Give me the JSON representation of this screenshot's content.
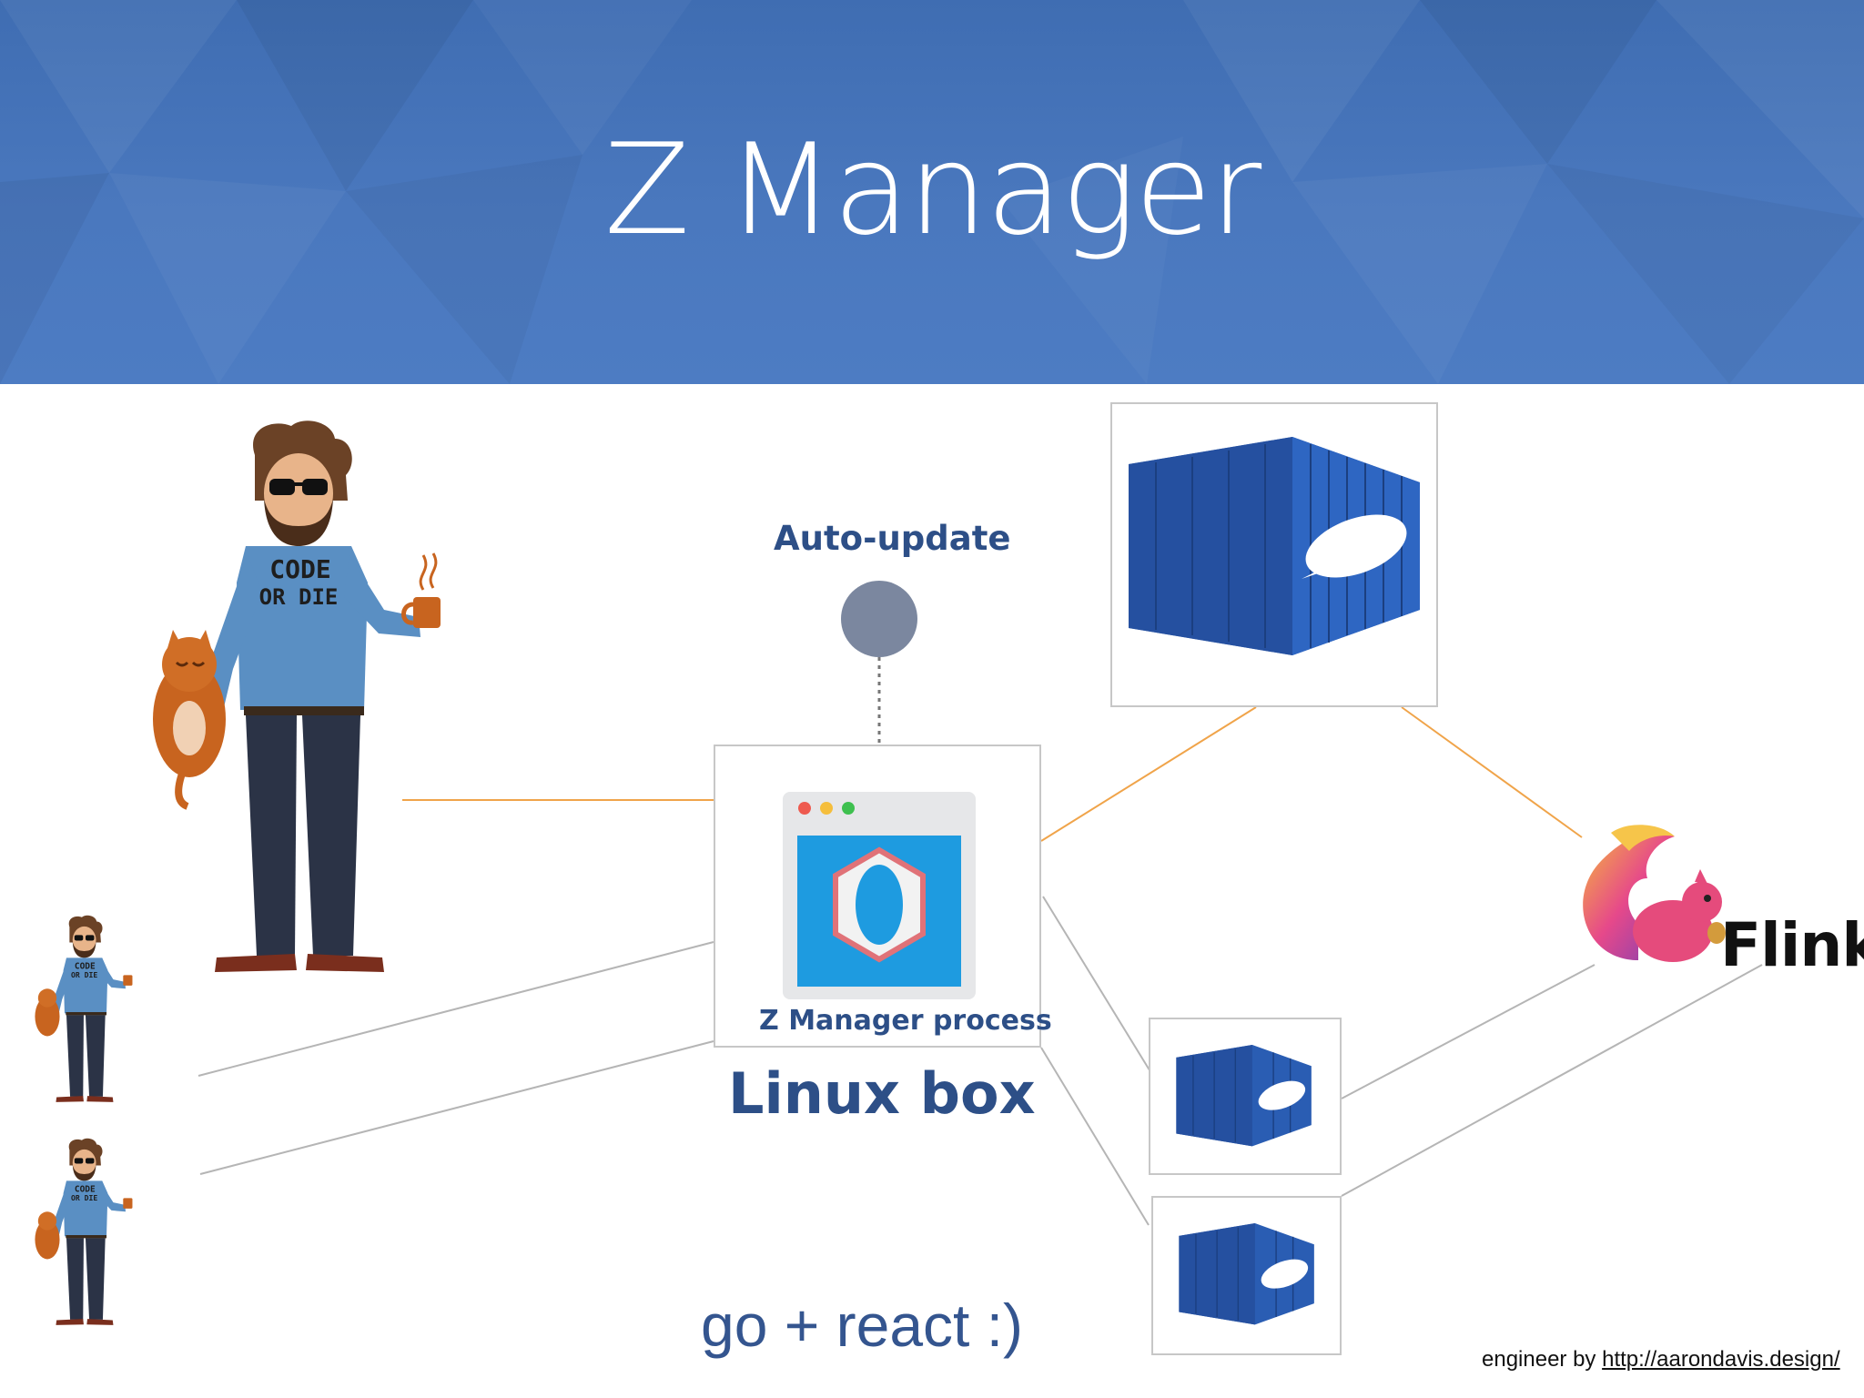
{
  "slide": {
    "title": "Z Manager",
    "auto_update_label": "Auto-update",
    "process_label": "Z Manager process",
    "host_label": "Linux box",
    "caption": "go + react :)",
    "credit_prefix": "engineer by",
    "credit_url": "http://aarondavis.design/"
  },
  "engineer_shirt_text": [
    "CODE",
    "OR DIE"
  ],
  "flink": {
    "name": "Flink"
  },
  "colors": {
    "header_blue": "#4a78be",
    "title_text": "#ffffff",
    "label_blue": "#2d4f87",
    "auto_update_dot": "#7b879f",
    "orange_link": "#f0a44a",
    "gray_link": "#b5b5b5",
    "container_blue": "#2a5db3"
  },
  "icons": {
    "engineer": "engineer-figure-icon",
    "process_window": "app-window-icon",
    "container": "shipping-container-icon",
    "flink": "flink-squirrel-icon"
  }
}
